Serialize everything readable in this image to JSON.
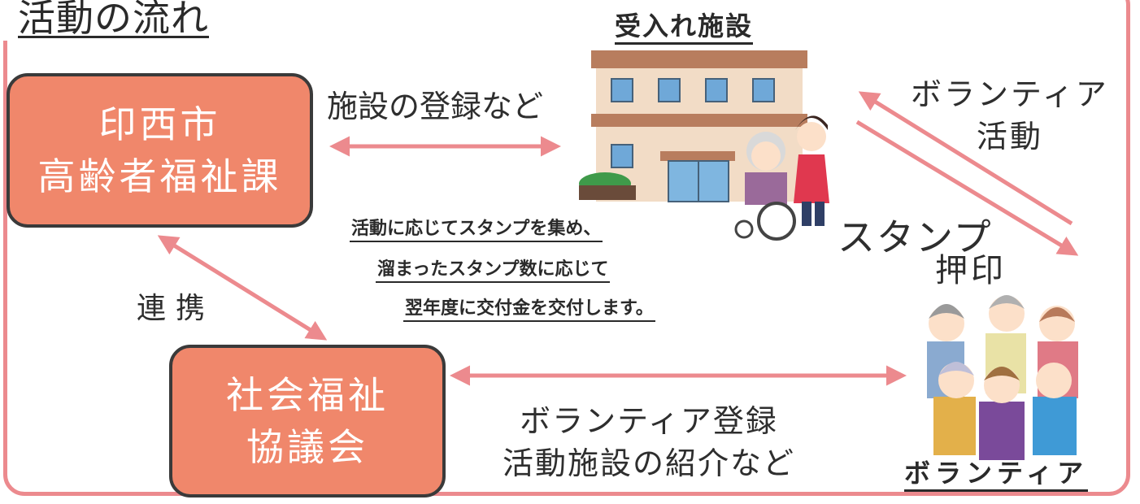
{
  "title": "活動の流れ",
  "nodes": {
    "city_office": {
      "lines": [
        "印西市",
        "高齢者福祉課"
      ]
    },
    "council": {
      "lines": [
        "社会福祉",
        "協議会"
      ]
    },
    "facility": {
      "heading": "受入れ施設"
    },
    "volunteers": {
      "heading": "ボランティア"
    }
  },
  "edges": {
    "city_facility": "施設の登録など",
    "city_council": "連携",
    "council_volunteers": [
      "ボランティア登録",
      "活動施設の紹介など"
    ],
    "volunteers_to_facility": [
      "ボランティア",
      "活動"
    ],
    "facility_to_volunteers": [
      "スタンプ",
      "押印"
    ]
  },
  "notes": [
    "活動に応じてスタンプを集め、",
    "溜まったスタンプ数に応じて",
    "翌年度に交付金を交付します。"
  ],
  "colors": {
    "box_fill": "#f0876b",
    "box_border": "#3a3a3a",
    "arrow": "#ec8a8e",
    "frame": "#ec8a8e"
  },
  "icons": [
    "building-icon",
    "caregiver-wheelchair-icon",
    "elderly-volunteers-group-icon"
  ]
}
